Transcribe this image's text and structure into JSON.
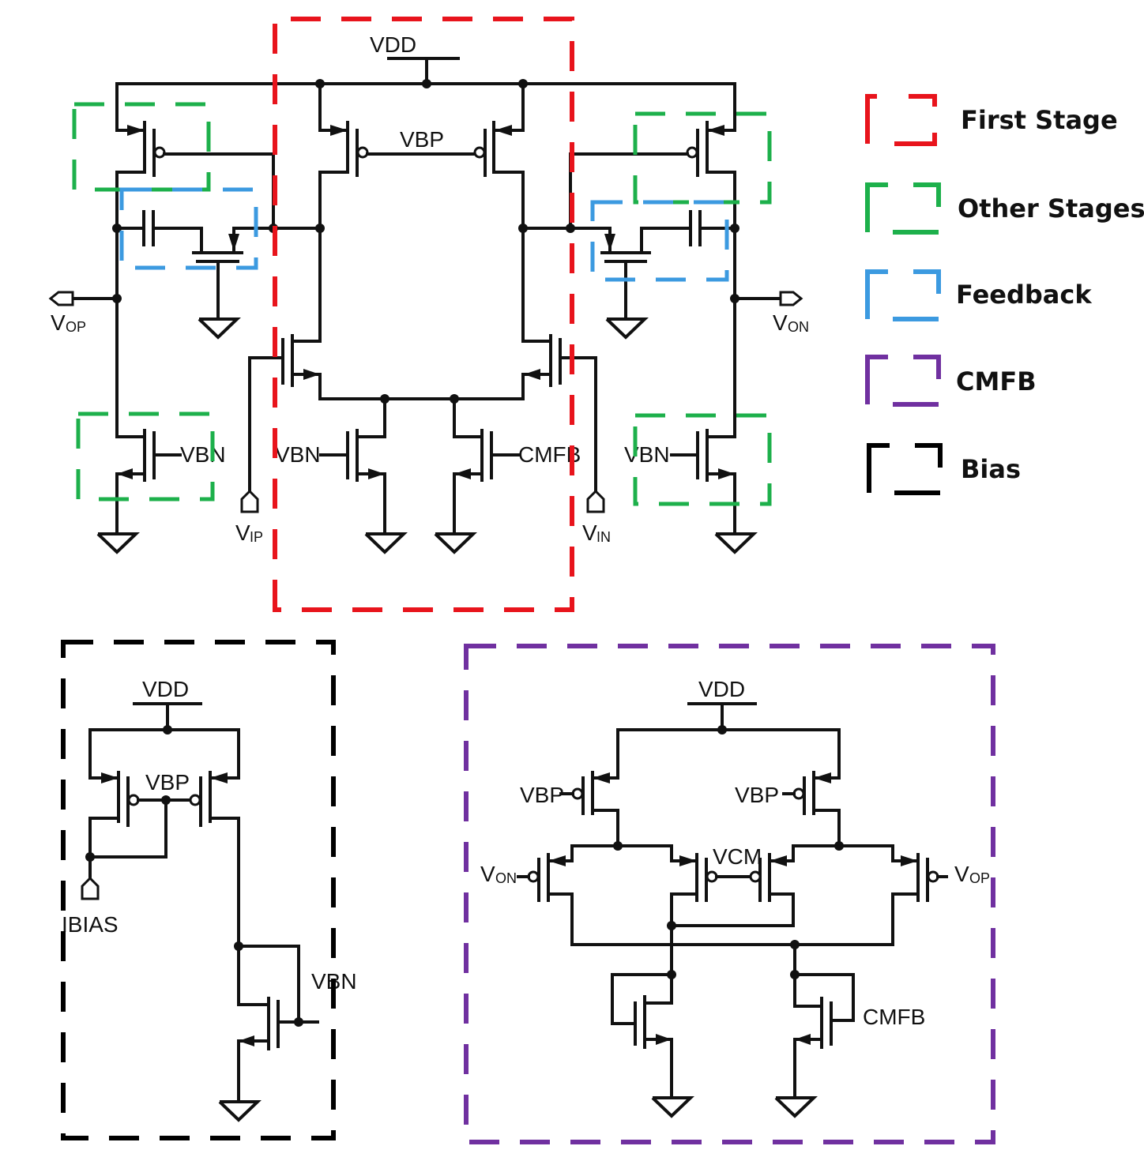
{
  "labels": {
    "vdd_main": "VDD",
    "vbp_main": "VBP",
    "vbn_left": "VBN",
    "vbn_center": "VBN",
    "cmfb_center": "CMFB",
    "vbn_right": "VBN",
    "vop_main": "V",
    "vop_main_sub": "OP",
    "von_main": "V",
    "von_main_sub": "ON",
    "vip": "V",
    "vip_sub": "IP",
    "vin": "V",
    "vin_sub": "IN",
    "vdd_bias": "VDD",
    "vbp_bias": "VBP",
    "ibias": "IBIAS",
    "vbn_bias": "VBN",
    "vdd_cmfb": "VDD",
    "vbp_cmfb_left": "VBP",
    "vbp_cmfb_right": "VBP",
    "vcm": "VCM",
    "von_cmfb": "V",
    "von_cmfb_sub": "ON",
    "vop_cmfb": "V",
    "vop_cmfb_sub": "OP",
    "cmfb_out": "CMFB"
  },
  "legend": [
    {
      "label": "First Stage",
      "color": "#e8141c"
    },
    {
      "label": "Other Stages",
      "color": "#1db04b"
    },
    {
      "label": "Feedback",
      "color": "#3c9ae0"
    },
    {
      "label": "CMFB",
      "color": "#7030a0"
    },
    {
      "label": "Bias",
      "color": "#000000"
    }
  ],
  "colors": {
    "first_stage": "#e8141c",
    "other_stages": "#1db04b",
    "feedback": "#3c9ae0",
    "cmfb": "#7030a0",
    "bias": "#000000"
  }
}
